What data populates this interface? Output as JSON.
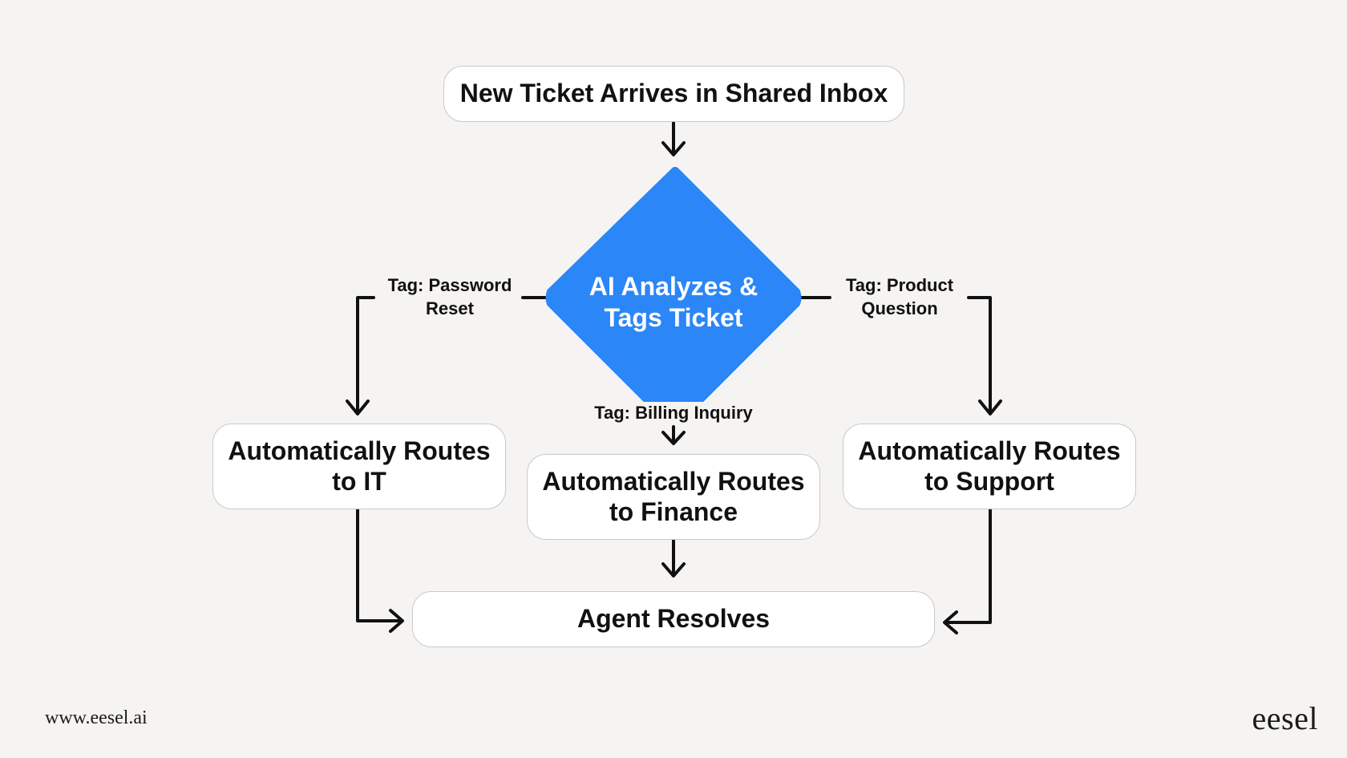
{
  "colors": {
    "background": "#f5f4f2",
    "decision_fill": "#2b86f7",
    "node_fill": "#ffffff",
    "node_border": "#c9c9c9",
    "connector": "#111111"
  },
  "diagram": {
    "start": "New Ticket Arrives in Shared Inbox",
    "decision": "AI Analyzes & Tags Ticket",
    "edges": {
      "password": "Tag: Password Reset",
      "billing": "Tag: Billing Inquiry",
      "product": "Tag: Product Question"
    },
    "routes": {
      "it": "Automatically Routes to IT",
      "finance": "Automatically Routes to Finance",
      "support": "Automatically Routes to Support"
    },
    "end": "Agent Resolves"
  },
  "footer": {
    "url": "www.eesel.ai",
    "brand": "eesel"
  }
}
